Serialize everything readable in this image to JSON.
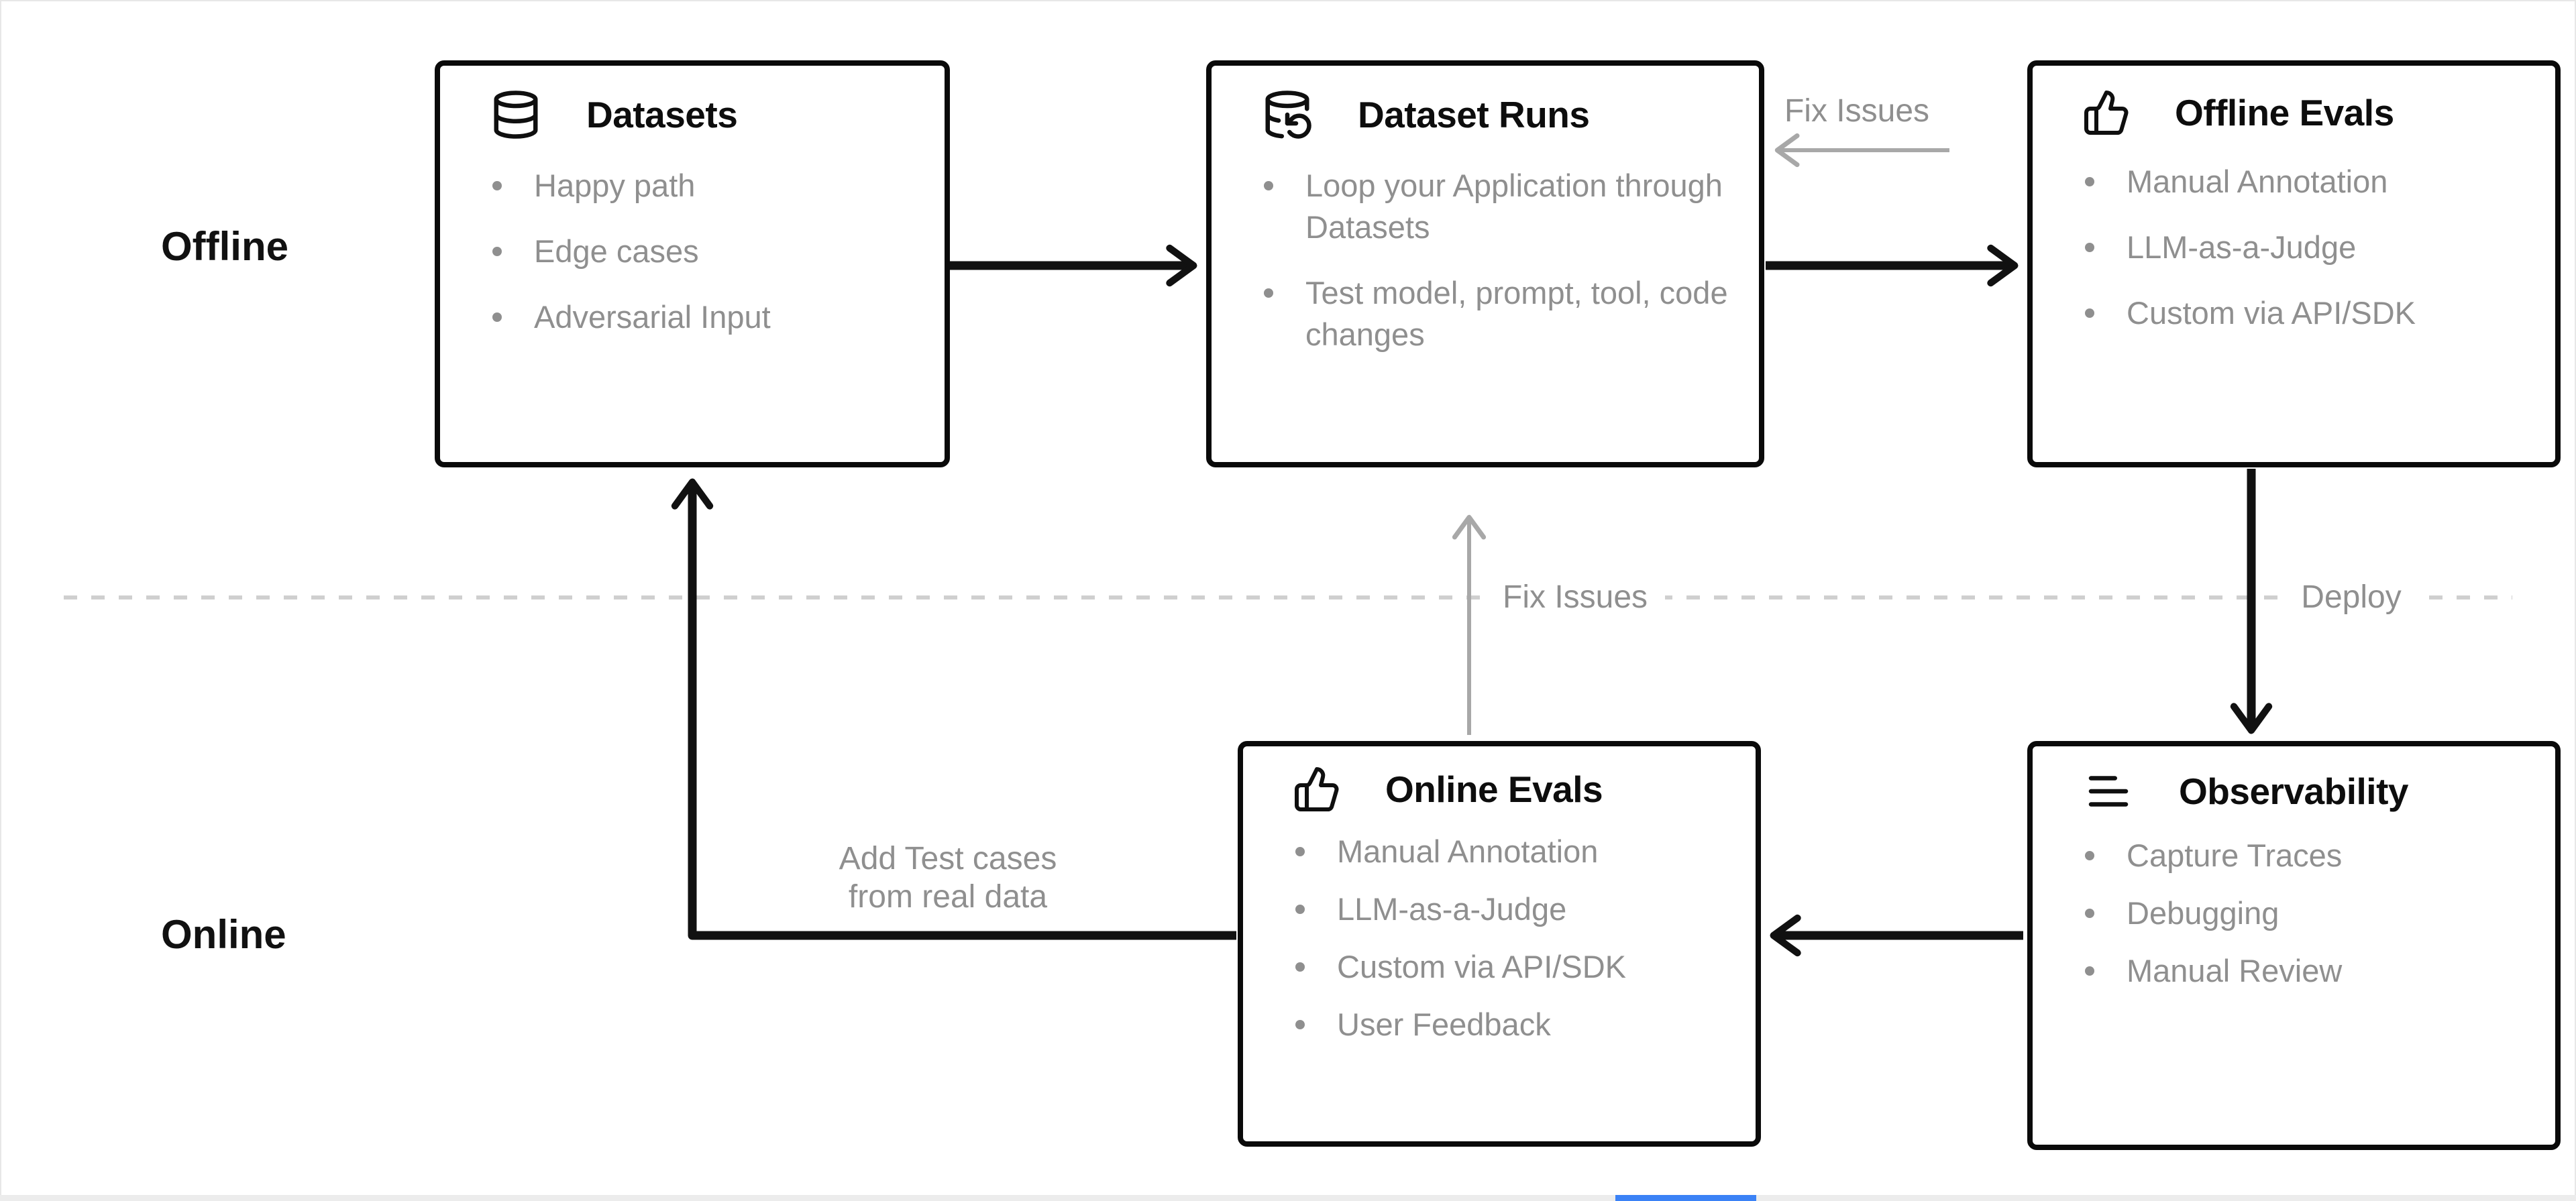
{
  "diagram": {
    "lanes": {
      "offline": "Offline",
      "online": "Online"
    },
    "boxes": [
      {
        "id": "datasets",
        "icon": "database-icon",
        "title": "Datasets",
        "items": [
          "Happy path",
          "Edge cases",
          "Adversarial Input"
        ]
      },
      {
        "id": "dataset-runs",
        "icon": "database-refresh-icon",
        "title": "Dataset Runs",
        "items": [
          "Loop your Application through Datasets",
          "Test model, prompt, tool, code changes"
        ]
      },
      {
        "id": "offline-evals",
        "icon": "thumbs-up-icon",
        "title": "Offline Evals",
        "items": [
          "Manual Annotation",
          "LLM-as-a-Judge",
          "Custom via API/SDK"
        ]
      },
      {
        "id": "online-evals",
        "icon": "thumbs-up-icon",
        "title": "Online Evals",
        "items": [
          "Manual Annotation",
          "LLM-as-a-Judge",
          "Custom via API/SDK",
          "User Feedback"
        ]
      },
      {
        "id": "observability",
        "icon": "list-lines-icon",
        "title": "Observability",
        "items": [
          "Capture Traces",
          "Debugging",
          "Manual Review"
        ]
      }
    ],
    "edge_labels": {
      "fix_issues_top": "Fix Issues",
      "fix_issues_middle": "Fix Issues",
      "deploy": "Deploy",
      "add_test_cases_line1": "Add Test cases",
      "add_test_cases_line2": "from real data"
    },
    "colors": {
      "box_border": "#0a0a0a",
      "title_text": "#0d0d0d",
      "muted_text": "#8f8f8f",
      "black_arrow": "#111111",
      "gray_arrow": "#a8a8a8",
      "dashed_line": "#cfcfcf",
      "progress_track": "#ececec",
      "progress_accent": "#3b82f6"
    }
  }
}
